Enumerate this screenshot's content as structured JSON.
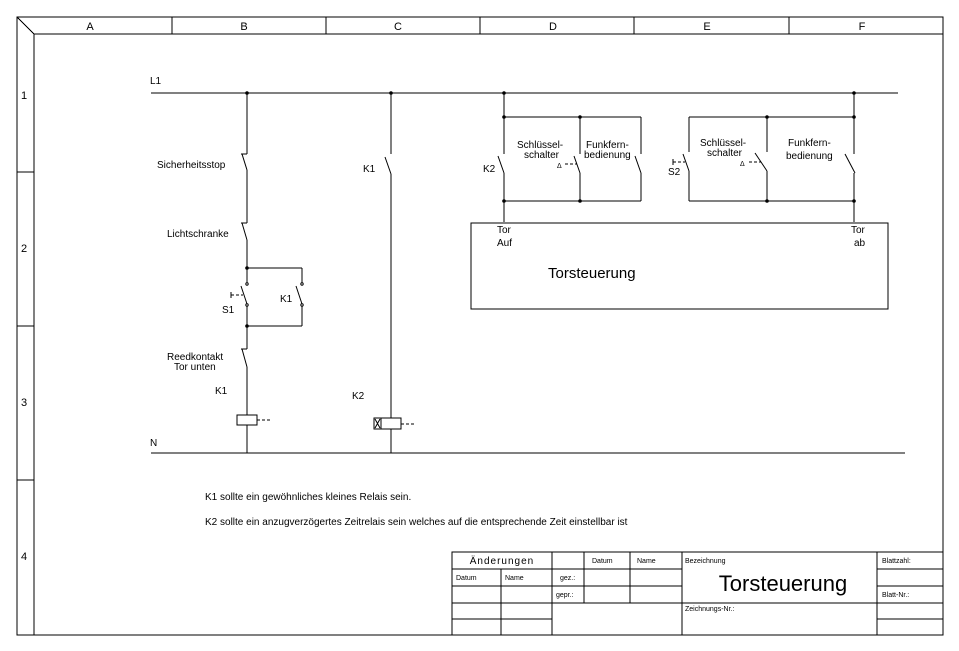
{
  "frame": {
    "columns": [
      "A",
      "B",
      "C",
      "D",
      "E",
      "F"
    ],
    "rows": [
      "1",
      "2",
      "3",
      "4"
    ]
  },
  "rails": {
    "top": "L1",
    "bottom": "N"
  },
  "circuit_left": {
    "safety_stop": "Sicherheitsstop",
    "light_barrier": "Lichtschranke",
    "switch_s1": "S1",
    "contact_k1": "K1",
    "reed_line1": "Reedkontakt",
    "reed_line2": "Tor unten",
    "coil_k1": "K1"
  },
  "circuit_middle": {
    "contact_k1": "K1",
    "coil_k2": "K2"
  },
  "group_open": {
    "contact_k2": "K2",
    "key_switch_line1": "Schlüssel-",
    "key_switch_line2": "schalter",
    "remote_line1": "Funkfern-",
    "remote_line2": "bedienung"
  },
  "group_close": {
    "switch_s2": "S2",
    "key_switch_line1": "Schlüssel-",
    "key_switch_line2": "schalter",
    "remote_line1": "Funkfern-",
    "remote_line2": "bedienung"
  },
  "controller": {
    "title": "Torsteuerung",
    "input_open_line1": "Tor",
    "input_open_line2": "Auf",
    "input_close_line1": "Tor",
    "input_close_line2": "ab"
  },
  "notes": [
    "K1 sollte ein gewöhnliches kleines Relais sein.",
    "K2 sollte ein anzugverzögertes Zeitrelais sein welches auf die entsprechende Zeit einstellbar ist"
  ],
  "title_block": {
    "changes": "Änderungen",
    "datum": "Datum",
    "name": "Name",
    "gez": "gez.:",
    "gepr": "gepr.:",
    "bezeichnung": "Bezeichnung",
    "title": "Torsteuerung",
    "zeichnungs_nr": "Zeichnungs-Nr.:",
    "blattzahl": "Blattzahl:",
    "blatt_nr": "Blatt-Nr.:"
  }
}
